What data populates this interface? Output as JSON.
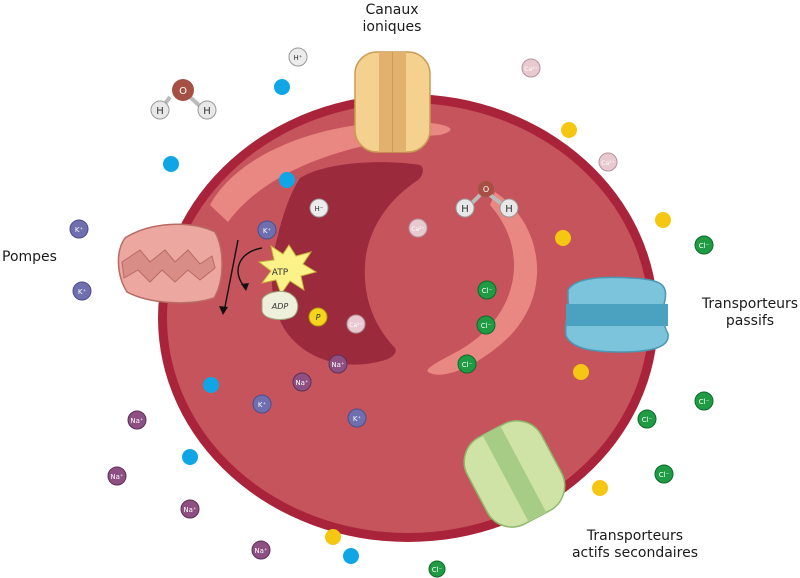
{
  "labels": {
    "canaux": "Canaux\nioniques",
    "pompes": "Pompes",
    "passifs": "Transporteurs\npassifs",
    "secondaires": "Transporteurs\nactifs secondaires"
  },
  "molecules": {
    "atp": "ATP",
    "adp": "ADP",
    "p": "P",
    "oxygen": "O",
    "hydrogen": "H"
  },
  "ion_symbols": {
    "k": "K⁺",
    "na": "Na⁺",
    "cl": "Cl⁻",
    "ca": "Ca²⁺",
    "h_plus": "H⁺",
    "h_minus": "H⁻"
  },
  "colors": {
    "cell_outer": "#a9243a",
    "cell_fill": "#c6545c",
    "nucleus": "#9b2a3c",
    "er": "#e98882",
    "canal": "#f5d18f",
    "pump": "#eba7a0",
    "passive": "#7cc3dc",
    "secondary": "#cfe3a7",
    "k_ion": "#6f6fb0",
    "na_ion": "#8e4f82",
    "cl_ion": "#1f9b43",
    "ca_ion": "#e7c9cf",
    "blue_dot": "#10a6e6",
    "yellow_dot": "#f5c612",
    "water_o": "#a55042"
  }
}
